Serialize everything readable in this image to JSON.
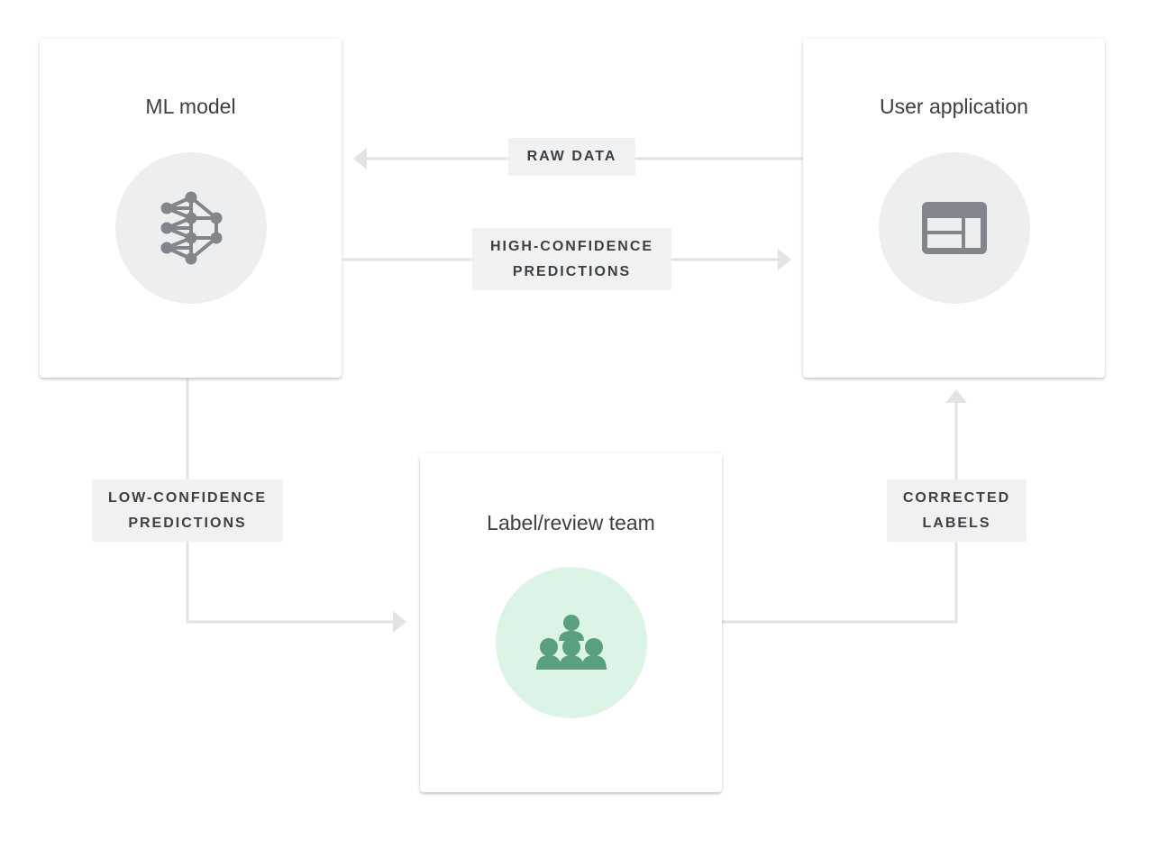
{
  "colors": {
    "card_bg": "#ffffff",
    "connector": "#e3e3e3",
    "label_bg": "#f0f1f2",
    "text": "#3c4043",
    "neutral_icon": "#80868b",
    "neutral_circle": "#eceef0",
    "team_icon": "#5aa07e",
    "team_circle": "#dcf4e6"
  },
  "nodes": {
    "ml_model": {
      "title": "ML model",
      "icon": "neural-network-icon"
    },
    "user_application": {
      "title": "User application",
      "icon": "app-window-icon"
    },
    "review_team": {
      "title": "Label/review team",
      "icon": "people-group-icon"
    }
  },
  "flows": {
    "raw_data": {
      "lines": [
        "RAW DATA"
      ],
      "from": "user_application",
      "to": "ml_model"
    },
    "high_confidence": {
      "lines": [
        "HIGH-CONFIDENCE",
        "PREDICTIONS"
      ],
      "from": "ml_model",
      "to": "user_application"
    },
    "low_confidence": {
      "lines": [
        "LOW-CONFIDENCE",
        "PREDICTIONS"
      ],
      "from": "ml_model",
      "to": "review_team"
    },
    "corrected_labels": {
      "lines": [
        "CORRECTED",
        "LABELS"
      ],
      "from": "review_team",
      "to": "user_application"
    }
  }
}
